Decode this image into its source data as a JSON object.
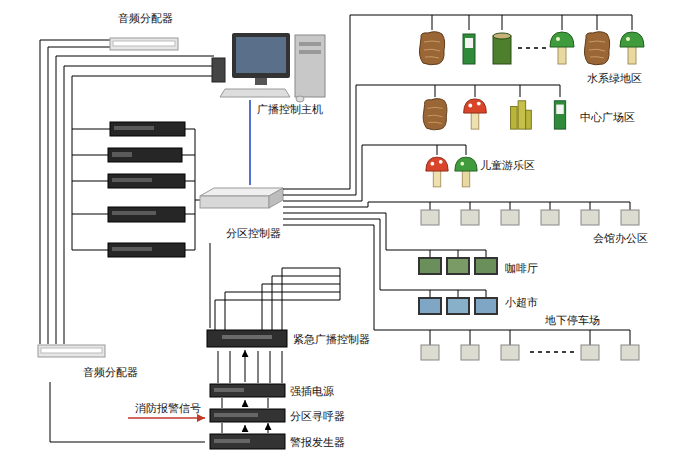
{
  "diagram": {
    "nodes": [
      {
        "text": [
          "音频分配器"
        ]
      },
      {
        "text": [
          "广播控制主机"
        ]
      },
      {
        "text": [
          "分区控制器"
        ]
      },
      {
        "text": [
          "水系绿地区"
        ]
      },
      {
        "text": [
          "中心广场区"
        ]
      },
      {
        "text": [
          "儿童游乐区"
        ]
      },
      {
        "text": [
          "会馆办公区"
        ]
      },
      {
        "text": [
          "咖啡厅"
        ]
      },
      {
        "text": [
          "小超市"
        ]
      },
      {
        "text": [
          "地下停车场"
        ]
      },
      {
        "text": [
          "紧急广播控制器"
        ]
      },
      {
        "text": [
          "强插电源"
        ]
      },
      {
        "text": [
          "分区寻呼器"
        ]
      },
      {
        "text": [
          "警报发生器"
        ]
      },
      {
        "text": [
          "音频分配器"
        ]
      }
    ],
    "edges": [
      {
        "from": 1,
        "to": 2,
        "arrow": "none"
      },
      {
        "from": 2,
        "to": 3,
        "arrow": "none"
      },
      {
        "from": 2,
        "to": 4,
        "arrow": "none"
      },
      {
        "from": 2,
        "to": 5,
        "arrow": "none"
      },
      {
        "from": 2,
        "to": 6,
        "arrow": "none"
      },
      {
        "from": 2,
        "to": 7,
        "arrow": "none"
      },
      {
        "from": 2,
        "to": 8,
        "arrow": "none"
      },
      {
        "from": 2,
        "to": 9,
        "arrow": "none"
      },
      {
        "from": 10,
        "to": 2,
        "arrow": "none"
      },
      {
        "from": 11,
        "to": 10,
        "arrow": "to"
      },
      {
        "from": 12,
        "to": 11,
        "arrow": "to"
      },
      {
        "from": 13,
        "to": 12,
        "arrow": "to"
      },
      {
        "from": 14,
        "to": 13,
        "arrow": "none"
      }
    ],
    "labels": [
      "消防报警信号"
    ]
  }
}
